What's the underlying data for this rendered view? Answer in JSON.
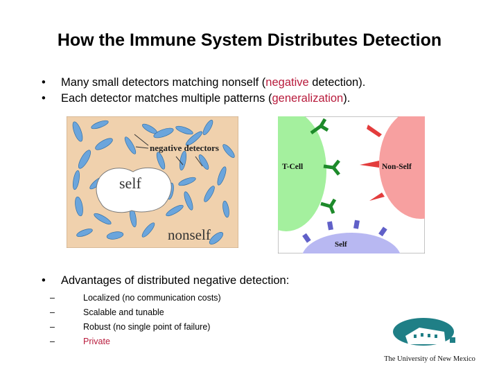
{
  "slide": {
    "title": "How the Immune System Distributes Detection",
    "bullets": [
      {
        "pre": "Many small detectors matching nonself (",
        "hl": "negative",
        "post": " detection)."
      },
      {
        "pre": "Each detector matches multiple patterns (",
        "hl": "generalization",
        "post": ")."
      }
    ],
    "advantages": "Advantages of distributed negative detection:",
    "sub_items": [
      "Localized (no communication costs)",
      "Scalable and tunable",
      "Robust (no single point of failure)",
      "Private"
    ],
    "bullet_glyph": "•",
    "dash_glyph": "–"
  },
  "fig_detectors": {
    "label_negative": "negative detectors",
    "label_self": "self",
    "label_nonself": "nonself"
  },
  "fig_cells": {
    "label_tcell": "T-Cell",
    "label_nonself": "Non-Self",
    "label_self": "Self"
  },
  "logo": {
    "text": "The University of New Mexico"
  },
  "colors": {
    "highlight": "#b81b3c",
    "panel_bg": "#f0d1ad",
    "detector": "#6ba5dc",
    "tcell": "#a4f09e",
    "nonself_cell": "#f7a0a0",
    "self_cell": "#b8b8f2",
    "logo_teal": "#1f7f86"
  }
}
